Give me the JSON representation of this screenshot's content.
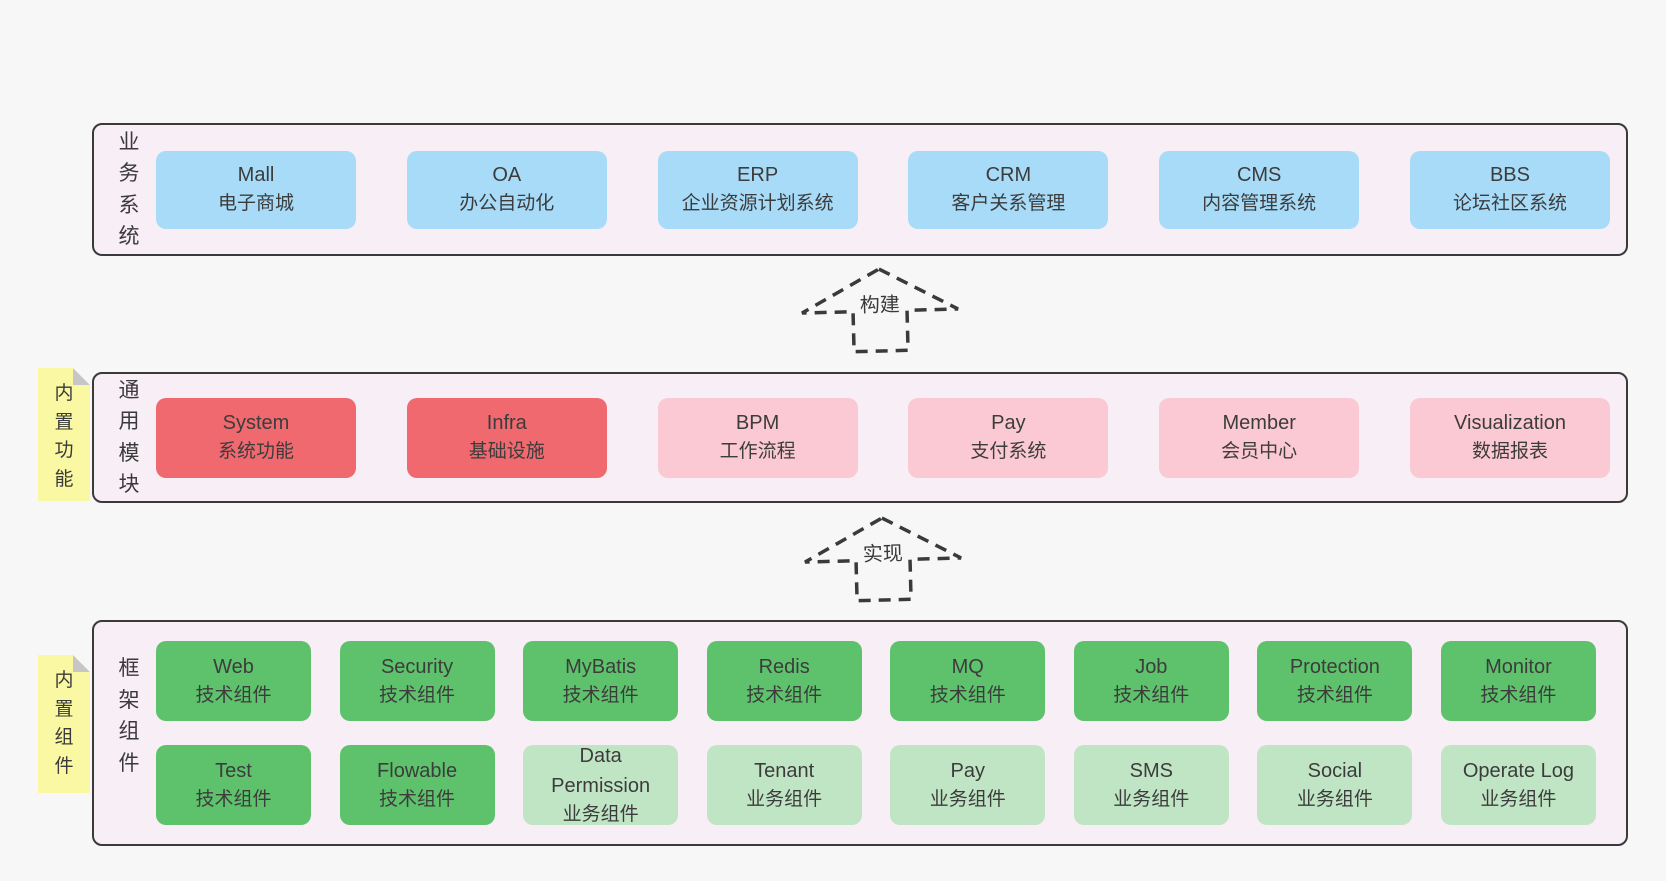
{
  "page": {
    "background": "#f7f7f7",
    "panel_fill": "#f8eef5",
    "panel_border": "#3a3a3a",
    "text_color": "#3c3c3c"
  },
  "colors": {
    "blue": "#a7dbf8",
    "red": "#f0696e",
    "pink": "#fbc9d3",
    "green_dark": "#5ec26c",
    "green_light": "#c0e5c5",
    "note_yellow": "#faf8a3",
    "note_fold_gray": "#c6c6c6"
  },
  "arrows": [
    {
      "label": "构建"
    },
    {
      "label": "实现"
    }
  ],
  "panels": {
    "business": {
      "side_label": "业务系统",
      "boxes": [
        {
          "en": "Mall",
          "cn": "电子商城",
          "tone": "blue"
        },
        {
          "en": "OA",
          "cn": "办公自动化",
          "tone": "blue"
        },
        {
          "en": "ERP",
          "cn": "企业资源计划系统",
          "tone": "blue"
        },
        {
          "en": "CRM",
          "cn": "客户关系管理",
          "tone": "blue"
        },
        {
          "en": "CMS",
          "cn": "内容管理系统",
          "tone": "blue"
        },
        {
          "en": "BBS",
          "cn": "论坛社区系统",
          "tone": "blue"
        }
      ]
    },
    "modules": {
      "note": "内置功能",
      "side_label": "通用模块",
      "boxes": [
        {
          "en": "System",
          "cn": "系统功能",
          "tone": "red"
        },
        {
          "en": "Infra",
          "cn": "基础设施",
          "tone": "red"
        },
        {
          "en": "BPM",
          "cn": "工作流程",
          "tone": "pink"
        },
        {
          "en": "Pay",
          "cn": "支付系统",
          "tone": "pink"
        },
        {
          "en": "Member",
          "cn": "会员中心",
          "tone": "pink"
        },
        {
          "en": "Visualization",
          "cn": "数据报表",
          "tone": "pink"
        }
      ]
    },
    "components": {
      "note": "内置组件",
      "side_label": "框架组件",
      "row1": [
        {
          "en": "Web",
          "cn": "技术组件",
          "tone": "green-dark"
        },
        {
          "en": "Security",
          "cn": "技术组件",
          "tone": "green-dark"
        },
        {
          "en": "MyBatis",
          "cn": "技术组件",
          "tone": "green-dark"
        },
        {
          "en": "Redis",
          "cn": "技术组件",
          "tone": "green-dark"
        },
        {
          "en": "MQ",
          "cn": "技术组件",
          "tone": "green-dark"
        },
        {
          "en": "Job",
          "cn": "技术组件",
          "tone": "green-dark"
        },
        {
          "en": "Protection",
          "cn": "技术组件",
          "tone": "green-dark"
        },
        {
          "en": "Monitor",
          "cn": "技术组件",
          "tone": "green-dark"
        }
      ],
      "row2": [
        {
          "en": "Test",
          "cn": "技术组件",
          "tone": "green-dark"
        },
        {
          "en": "Flowable",
          "cn": "技术组件",
          "tone": "green-dark"
        },
        {
          "en": "Data Permission",
          "cn": "业务组件",
          "tone": "green-light"
        },
        {
          "en": "Tenant",
          "cn": "业务组件",
          "tone": "green-light"
        },
        {
          "en": "Pay",
          "cn": "业务组件",
          "tone": "green-light"
        },
        {
          "en": "SMS",
          "cn": "业务组件",
          "tone": "green-light"
        },
        {
          "en": "Social",
          "cn": "业务组件",
          "tone": "green-light"
        },
        {
          "en": "Operate Log",
          "cn": "业务组件",
          "tone": "green-light"
        }
      ]
    }
  }
}
